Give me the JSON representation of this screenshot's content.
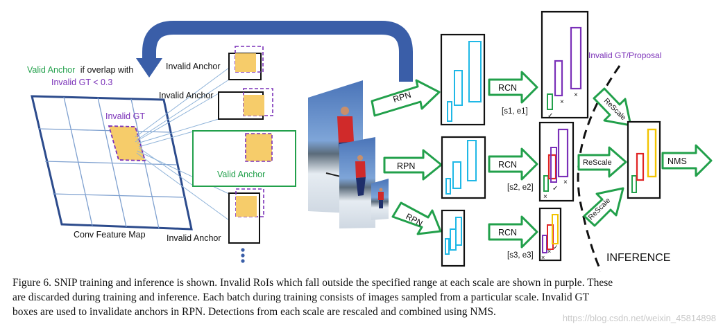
{
  "labels": {
    "valid_anchor_note_1": "Valid Anchor",
    "valid_anchor_note_2": "if overlap with",
    "valid_anchor_note_3": "Invalid GT < 0.3",
    "invalid_gt": "Invalid GT",
    "conv_feature_map": "Conv Feature Map",
    "invalid_anchor_1": "Invalid Anchor",
    "invalid_anchor_2": "Invalid Anchor",
    "valid_anchor": "Valid Anchor",
    "invalid_anchor_3": "Invalid Anchor",
    "rpn_1": "RPN",
    "rpn_2": "RPN",
    "rpn_3": "RPN",
    "rcn_1": "RCN",
    "rcn_2": "RCN",
    "rcn_3": "RCN",
    "scale_1": "[s1, e1]",
    "scale_2": "[s2, e2]",
    "scale_3": "[s3, e3]",
    "invalid_gt_proposal": "Invalid GT/Proposal",
    "rescale_1": "ReScale",
    "rescale_2": "ReScale",
    "rescale_3": "ReScale",
    "nms": "NMS",
    "inference": "INFERENCE"
  },
  "caption": {
    "line1": "Figure 6. SNIP training and inference is shown. Invalid RoIs which fall outside the specified range at each scale are shown in purple. These",
    "line2": "are discarded during training and inference. Each batch during training consists of images sampled from a particular scale. Invalid GT",
    "line3": "boxes are used to invalidate anchors in RPN. Detections from each scale are rescaled and combined using NMS."
  },
  "watermark": "https://blog.csdn.net/weixin_45814898",
  "colors": {
    "green": "#22a04b",
    "purple": "#7a30b8",
    "cyan": "#1fb8e6",
    "gold": "#f6cc6a",
    "blue_arrow": "#3a5ea8",
    "grid": "#2c4b8c",
    "red": "#e02424",
    "yellow": "#f2c300"
  }
}
